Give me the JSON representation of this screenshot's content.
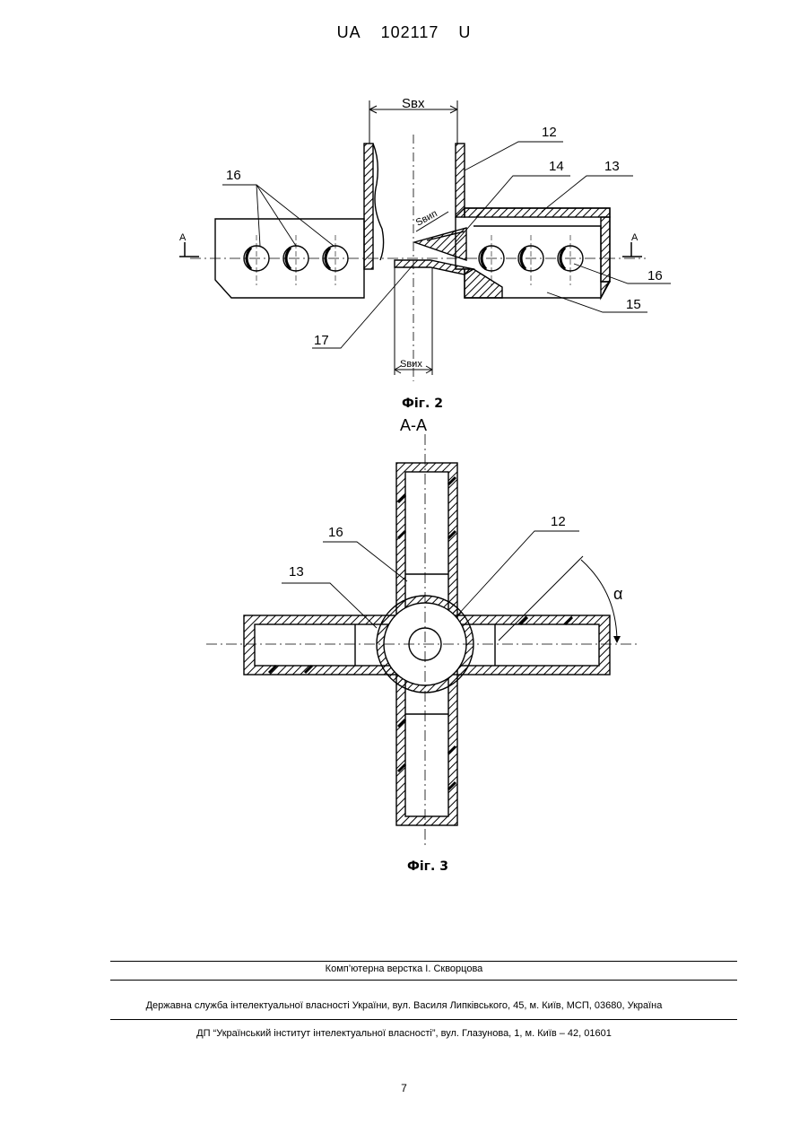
{
  "header": {
    "country": "UA",
    "number": "102117",
    "kind": "U"
  },
  "fig2": {
    "caption": "Фіг. 2",
    "label_s_in": "Sвх",
    "label_s_out": "Sвих",
    "label_s_exit": "Sвип",
    "section_mark": "A",
    "refs": {
      "r12": "12",
      "r13": "13",
      "r14": "14",
      "r15": "15",
      "r16a": "16",
      "r16b": "16",
      "r17": "17"
    }
  },
  "fig3": {
    "caption": "Фіг. 3",
    "section_title": "А-А",
    "angle_symbol": "α",
    "refs": {
      "r12": "12",
      "r13": "13",
      "r16": "16"
    }
  },
  "footer": {
    "line1": "Комп’ютерна верстка І. Скворцова",
    "line2": "Державна служба інтелектуальної власності України, вул. Василя Липківського, 45, м. Київ, МСП, 03680, Україна",
    "line3": "ДП “Український інститут інтелектуальної власності”, вул. Глазунова, 1, м. Київ – 42, 01601"
  },
  "page_number": "7"
}
